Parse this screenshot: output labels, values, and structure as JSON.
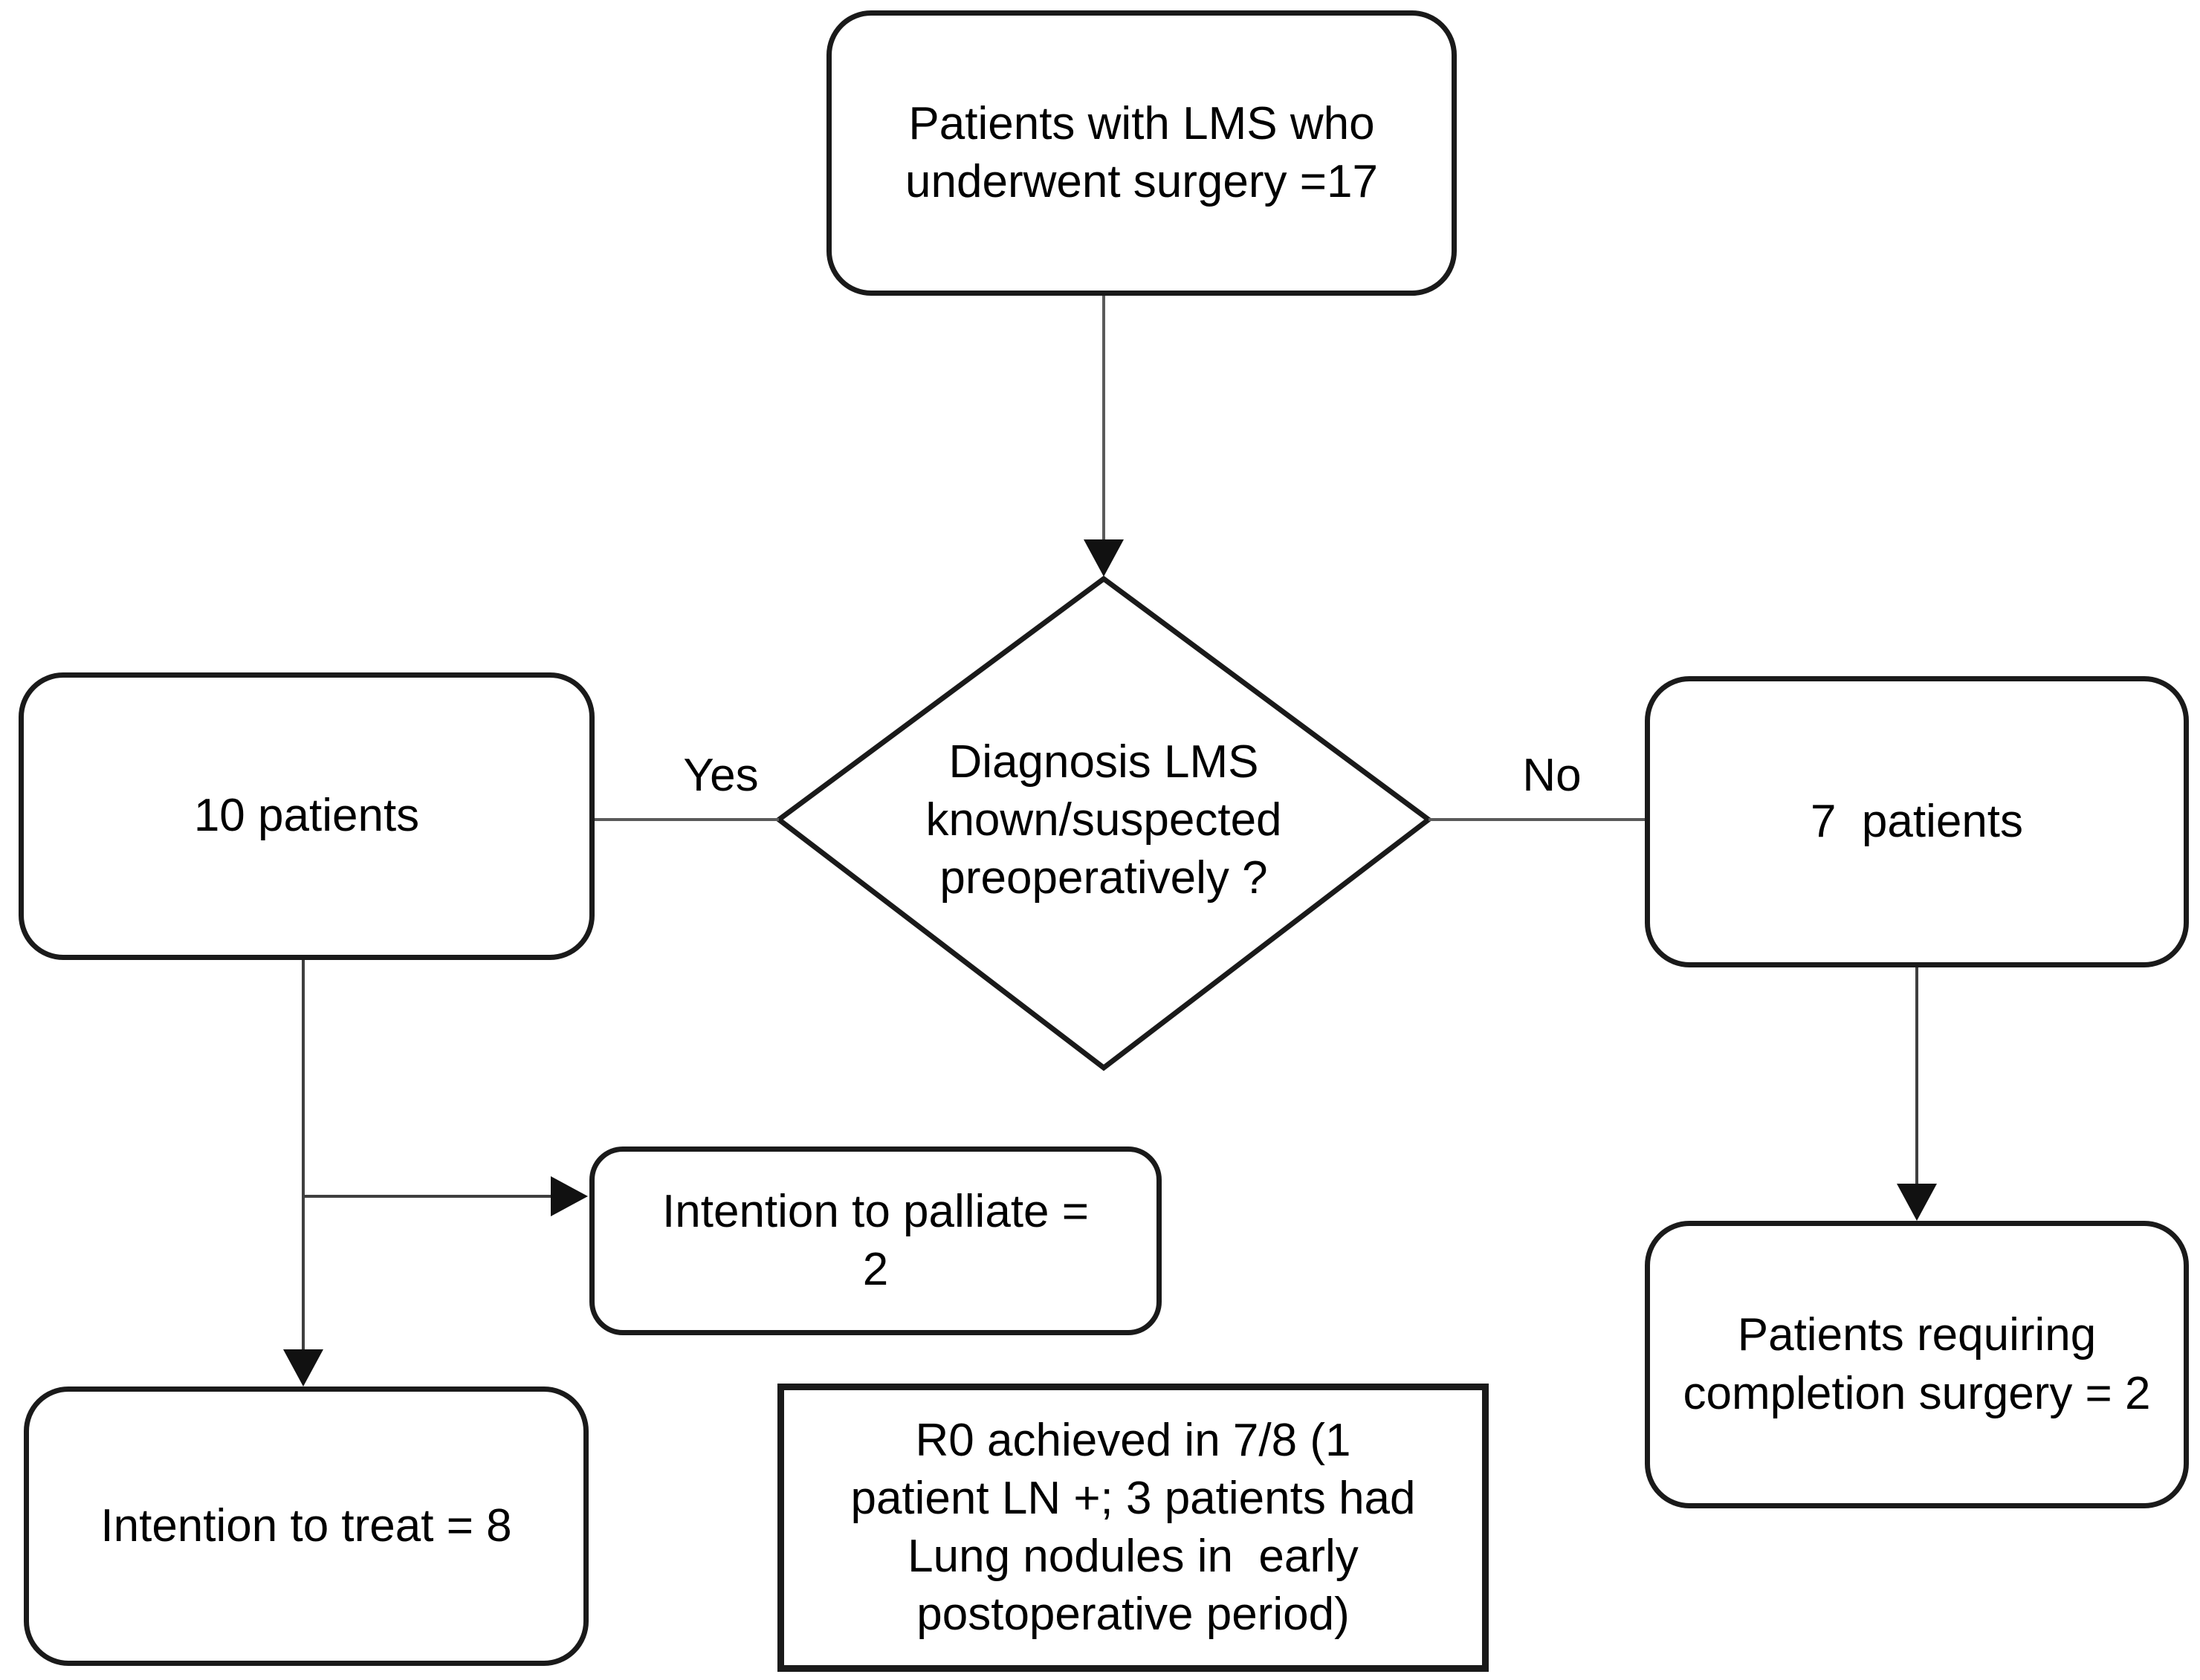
{
  "flowchart": {
    "nodes": {
      "start": "Patients with LMS who\nunderwent surgery =17",
      "decision": "Diagnosis LMS\nknown/suspected\npreoperatively ?",
      "yes_result": "10 patients",
      "no_result": "7  patients",
      "palliate": "Intention to palliate =\n2",
      "treat": "Intention to treat = 8",
      "completion": "Patients requiring\ncompletion surgery = 2",
      "r0_note": "R0 achieved in 7/8 (1\npatient LN +; 3 patients had\nLung nodules in  early\npostoperative period)"
    },
    "edge_labels": {
      "yes": "Yes",
      "no": "No"
    },
    "colors": {
      "background": "#ffffff",
      "node_fill": "#ffffff",
      "node_border": "#1a1a1a",
      "connector_line": "#5a5a5a",
      "arrowhead": "#111111",
      "text": "#000000"
    }
  }
}
